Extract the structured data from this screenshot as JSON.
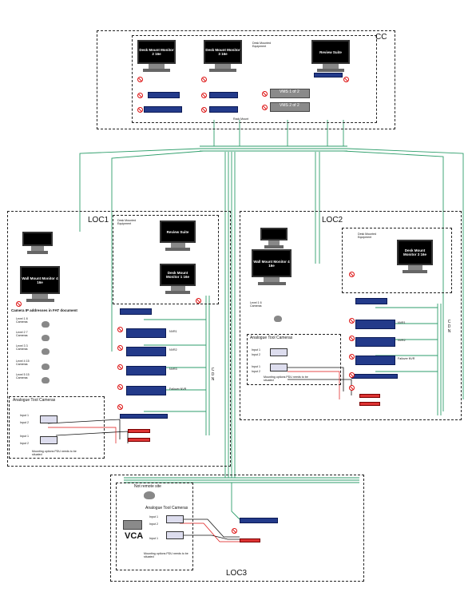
{
  "zones": {
    "cc": "CC",
    "loc1": "LOC1",
    "loc2": "LOC2",
    "loc3": "LOC3"
  },
  "cc": {
    "desk_mounted_equipment": "Desk Mounted Equipment",
    "monitor_left": "Desk Mount Monitor 2 16e",
    "monitor_mid": "Desk Mount Monitor 3 16e",
    "monitor_right": "Review Suite",
    "vms1": "VMS 1 of 2",
    "vms2": "VMS 2 of 2",
    "rack_mount": "Rack Mount"
  },
  "loc1": {
    "desk_mounted_equipment": "Desk Mounted Equipment",
    "wall_mount_monitor": "Wall Mount Monitor 4 16e",
    "desk_monitor_top": "Review Suite",
    "desk_monitor_bottom": "Desk Mount Monitor 1 16e",
    "camera_ip_header": "Camera IP addresses in FAT document",
    "levels": [
      "Level 1 8 Cameras",
      "Level 2 7 Cameras",
      "Level 3 3 Cameras",
      "Level 4 15 Cameras",
      "Level 5 15 Cameras"
    ],
    "analogue_header": "Analogue Tool Cameras",
    "analogue_inputs": [
      "Input 1",
      "Input 2",
      "Input 1",
      "Input 2"
    ],
    "mounting": "Mounting options PDU needs to be situated",
    "rack_items": [
      "NVR1",
      "NVR2",
      "NVR3",
      "Failover NVR"
    ],
    "cdn": "CDN"
  },
  "loc2": {
    "desk_mounted_equipment": "Desk Mounted Equipment",
    "wall_mount_monitor": "Wall Mount Monitor 4 16e",
    "desk_monitor": "Desk Mount Monitor 3 16e",
    "level_label": "Level 1 6 Cameras",
    "analogue_header": "Analogue Tool Cameras",
    "analogue_inputs": [
      "Input 1",
      "Input 2",
      "Input 1",
      "Input 2"
    ],
    "mounting": "Mounting options PDU needs to be situated",
    "rack_items": [
      "NVR1",
      "NVR2",
      "Failover NVR"
    ],
    "cdn": "CDN"
  },
  "loc3": {
    "header": "Not remote site",
    "analogue_header": "Analogue Tool Cameras",
    "analogue_inputs": [
      "Input 1",
      "Input 2",
      "Input 1"
    ],
    "vca": "VCA",
    "mounting": "Mounting options PDU needs to be situated"
  },
  "colors": {
    "network_line": "#2e9e6b",
    "rack_blue": "#233a8a",
    "pdu_red": "#d33333"
  }
}
